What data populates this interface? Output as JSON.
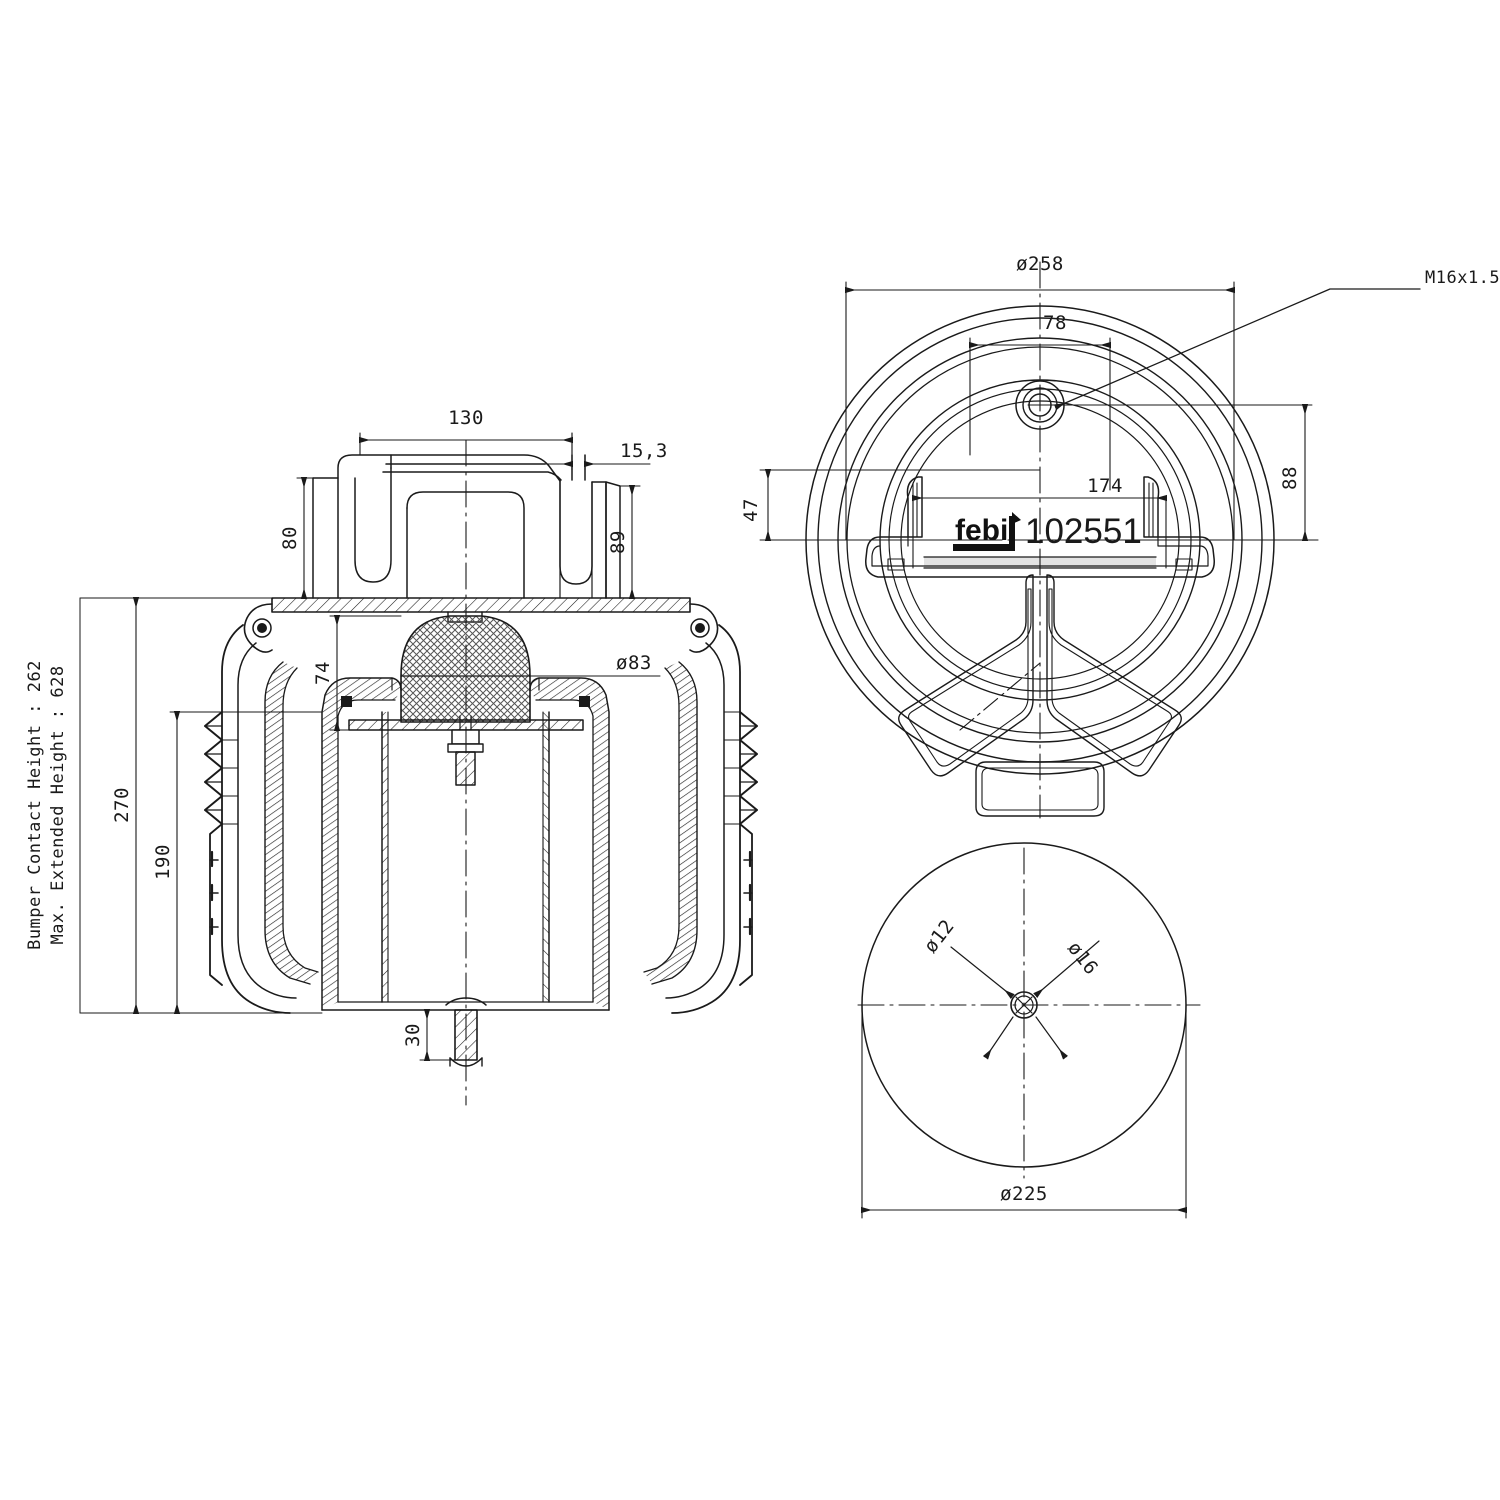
{
  "drawing": {
    "title": "febi 102551 air spring technical drawing",
    "part_number": "102551",
    "brand": "febi",
    "line_color": "#1a1a1a",
    "background": "#ffffff"
  },
  "notes": {
    "bumper_contact_height": "Bumper Contact Height : 262",
    "max_extended_height": "Max. Extended Height : 628"
  },
  "views": {
    "section": {
      "name": "cross-section-view",
      "dimensions": {
        "top_flange_width": "130",
        "pin_offset": "15,3",
        "left_stud_height": "80",
        "right_bracket_height": "89",
        "bumper_height": "74",
        "bumper_diameter": "ø83",
        "overall_height": "270",
        "piston_height": "190",
        "bottom_stud": "30"
      }
    },
    "top_plan": {
      "name": "top-plan-view",
      "dimensions": {
        "outer_diameter": "ø258",
        "bracket_inner": "78",
        "bracket_outer": "174",
        "left_offset": "47",
        "right_offset": "88",
        "thread": "M16x1.5"
      }
    },
    "bottom_plan": {
      "name": "bottom-plan-view",
      "dimensions": {
        "piston_diameter": "ø225",
        "hole_small": "ø12",
        "hole_large": "ø16"
      }
    }
  }
}
